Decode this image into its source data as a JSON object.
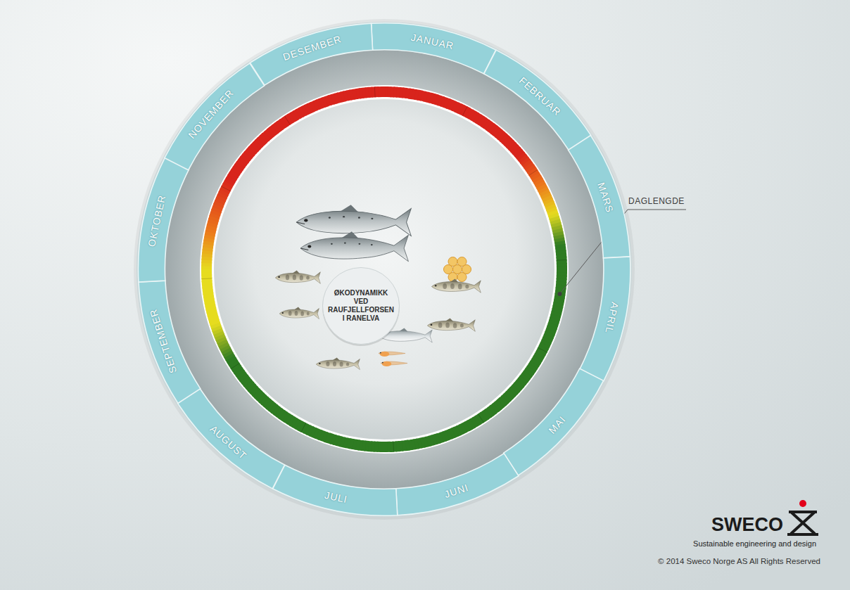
{
  "diagram": {
    "nodes": [
      {
        "text": [
          "JANUAR"
        ]
      },
      {
        "text": [
          "FEBRUAR"
        ]
      },
      {
        "text": [
          "MARS"
        ]
      },
      {
        "text": [
          "APRIL"
        ]
      },
      {
        "text": [
          "MAI"
        ]
      },
      {
        "text": [
          "JUNI"
        ]
      },
      {
        "text": [
          "JULI"
        ]
      },
      {
        "text": [
          "AUGUST"
        ]
      },
      {
        "text": [
          "SEPTEMBER"
        ]
      },
      {
        "text": [
          "OKTOBER"
        ]
      },
      {
        "text": [
          "NOVEMBER"
        ]
      },
      {
        "text": [
          "DESEMBER"
        ]
      },
      {
        "text": [
          "ØKODYNAMIKK VED RAUFJELLFORSEN I RANELVA"
        ]
      }
    ],
    "labels": [
      "DAGLENGDE",
      "SWECO",
      "Sustainable engineering and design",
      "© 2014 Sweco Norge AS All Rights Reserved"
    ]
  }
}
